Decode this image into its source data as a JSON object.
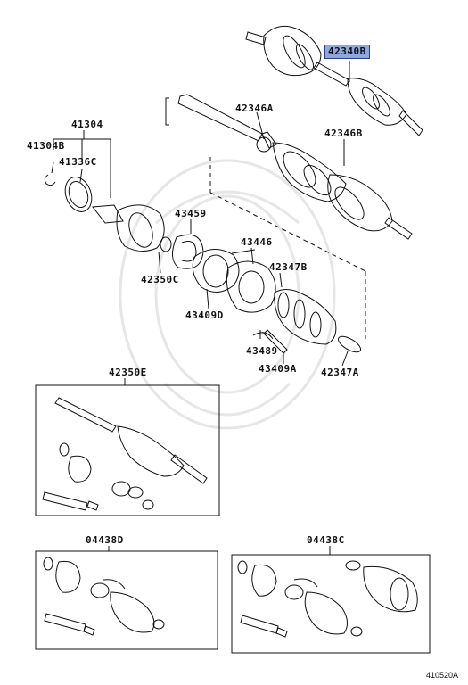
{
  "labels": {
    "p42340B": "42340B",
    "p42346A": "42346A",
    "p42346B": "42346B",
    "p41304": "41304",
    "p41304B": "41304B",
    "p41336C": "41336C",
    "p43459": "43459",
    "p43446": "43446",
    "p42347B": "42347B",
    "p42350C": "42350C",
    "p43409D": "43409D",
    "p43489": "43489",
    "p43409A": "43409A",
    "p42347A": "42347A",
    "p42350E": "42350E",
    "p04438D": "04438D",
    "p04438C": "04438C"
  },
  "figure_code": "410520A",
  "colors": {
    "highlight": "#8fa7de",
    "line": "#111111"
  }
}
